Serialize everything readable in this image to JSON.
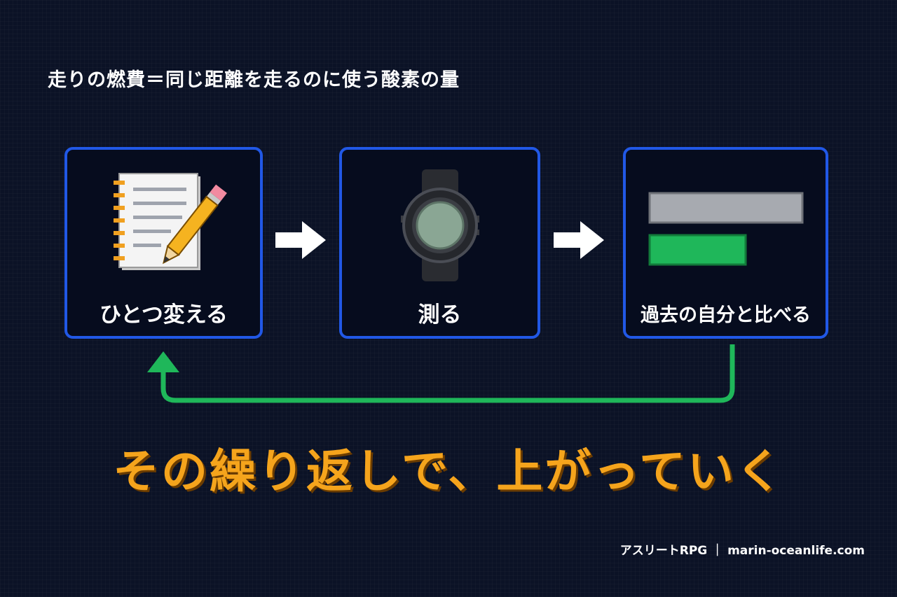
{
  "headline": "走りの燃費＝同じ距離を走るのに使う酸素の量",
  "steps": [
    {
      "label": "ひとつ変える",
      "icon": "notebook-pencil-icon"
    },
    {
      "label": "測る",
      "icon": "wristwatch-icon"
    },
    {
      "label": "過去の自分と比べる",
      "icon": "comparison-bars-icon"
    }
  ],
  "comparison_bars": [
    {
      "value": 1.0,
      "color": "#a7aab0"
    },
    {
      "value": 0.63,
      "color": "#1fb75a"
    }
  ],
  "slogan": "その繰り返しで、上がっていく",
  "credit": "アスリートRPG ｜ marin-oceanlife.com",
  "colors": {
    "background": "#0b1226",
    "box_border": "#2158e6",
    "loop_arrow": "#1fb75a",
    "slogan": "#f5a41c",
    "text": "#ffffff"
  }
}
